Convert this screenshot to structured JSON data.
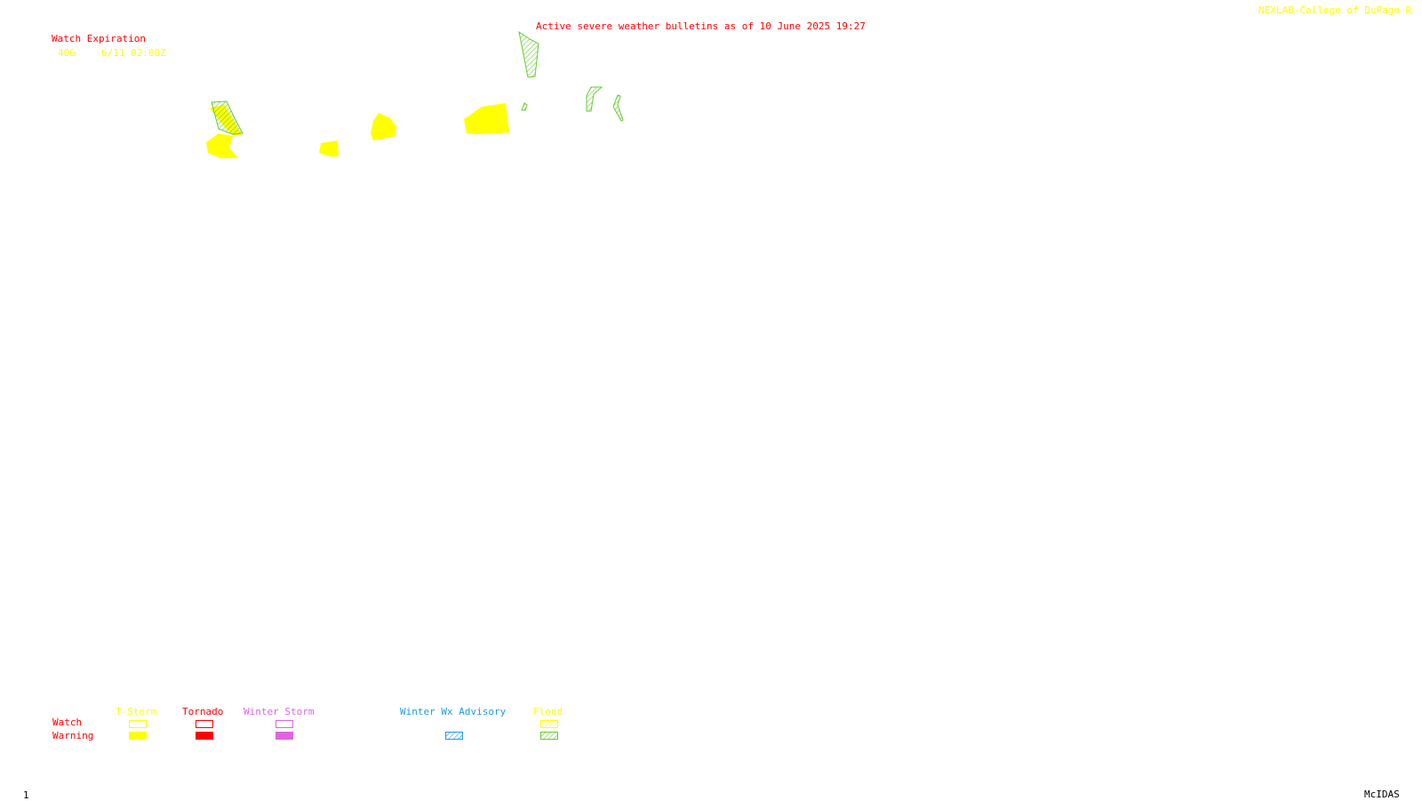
{
  "header": {
    "bulletin_title": "Active severe weather bulletins as of 10 June 2025 19:27",
    "credit": "NEXLAB-College of DuPage R"
  },
  "watch_expiration": {
    "heading": "Watch Expiration",
    "entries": [
      {
        "number": "406",
        "expires": "6/11 02:00Z"
      }
    ]
  },
  "legend": {
    "row_labels": {
      "watch": "Watch",
      "warning": "Warning"
    },
    "categories": [
      {
        "label": "T-Storm",
        "color": "#ffff00"
      },
      {
        "label": "Tornado",
        "color": "#ff0000"
      },
      {
        "label": "Winter Storm",
        "color": "#dd66dd"
      },
      {
        "label": "Winter Wx Advisory",
        "color": "#1e9be0"
      },
      {
        "label": "Flood",
        "color": "#66cc33"
      }
    ]
  },
  "footer": {
    "frame_number": "1",
    "software": "McIDAS"
  },
  "colors": {
    "title_red": "#ff0000",
    "credit_yellow": "#ffff00",
    "thunderstorm_warning": "#ffff00",
    "flood_hatch": "#66cc33"
  }
}
